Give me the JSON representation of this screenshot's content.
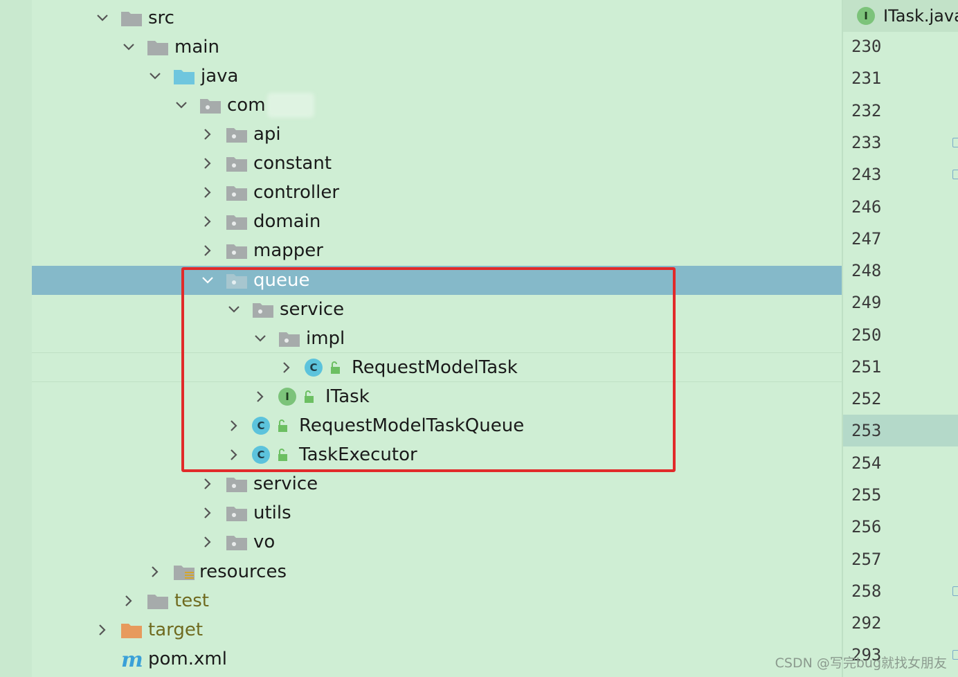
{
  "tree": {
    "rows": [
      {
        "label": "src",
        "chevron": "down",
        "icon": "folder-gray"
      },
      {
        "label": "main",
        "chevron": "down",
        "icon": "folder-gray"
      },
      {
        "label": "java",
        "chevron": "down",
        "icon": "folder-blue"
      },
      {
        "label": "com",
        "chevron": "down",
        "icon": "package"
      },
      {
        "label": "api",
        "chevron": "right",
        "icon": "package"
      },
      {
        "label": "constant",
        "chevron": "right",
        "icon": "package"
      },
      {
        "label": "controller",
        "chevron": "right",
        "icon": "package"
      },
      {
        "label": "domain",
        "chevron": "right",
        "icon": "package"
      },
      {
        "label": "mapper",
        "chevron": "right",
        "icon": "package"
      },
      {
        "label": "queue",
        "chevron": "down",
        "icon": "package",
        "selected": true
      },
      {
        "label": "service",
        "chevron": "down",
        "icon": "package"
      },
      {
        "label": "impl",
        "chevron": "down",
        "icon": "package"
      },
      {
        "label": "RequestModelTask",
        "chevron": "right",
        "icon": "class",
        "badge": "C"
      },
      {
        "label": "ITask",
        "chevron": "right",
        "icon": "interface",
        "badge": "I"
      },
      {
        "label": "RequestModelTaskQueue",
        "chevron": "right",
        "icon": "class",
        "badge": "C"
      },
      {
        "label": "TaskExecutor",
        "chevron": "right",
        "icon": "class",
        "badge": "C"
      },
      {
        "label": "service",
        "chevron": "right",
        "icon": "package"
      },
      {
        "label": "utils",
        "chevron": "right",
        "icon": "package"
      },
      {
        "label": "vo",
        "chevron": "right",
        "icon": "package"
      },
      {
        "label": "resources",
        "chevron": "right",
        "icon": "folder-resources"
      },
      {
        "label": "test",
        "chevron": "right",
        "icon": "folder-gray",
        "excluded": true
      },
      {
        "label": "target",
        "chevron": "right",
        "icon": "folder-orange",
        "excluded": true
      },
      {
        "label": "pom.xml",
        "chevron": "none",
        "icon": "maven-icon"
      }
    ]
  },
  "editor": {
    "tab_label": "ITask.java",
    "tab_badge": "I",
    "line_numbers": [
      "230",
      "231",
      "232",
      "233",
      "243",
      "246",
      "247",
      "248",
      "249",
      "250",
      "251",
      "252",
      "253",
      "254",
      "255",
      "256",
      "257",
      "258",
      "292",
      "293"
    ],
    "current_line": "253"
  },
  "watermark": "CSDN @写完bug就找女朋友",
  "colors": {
    "background": "#cfeed4",
    "selection": "#85b9c9",
    "highlight_box": "#e12a2a",
    "class_badge": "#5cc3dc",
    "interface_badge": "#7cc37a"
  }
}
